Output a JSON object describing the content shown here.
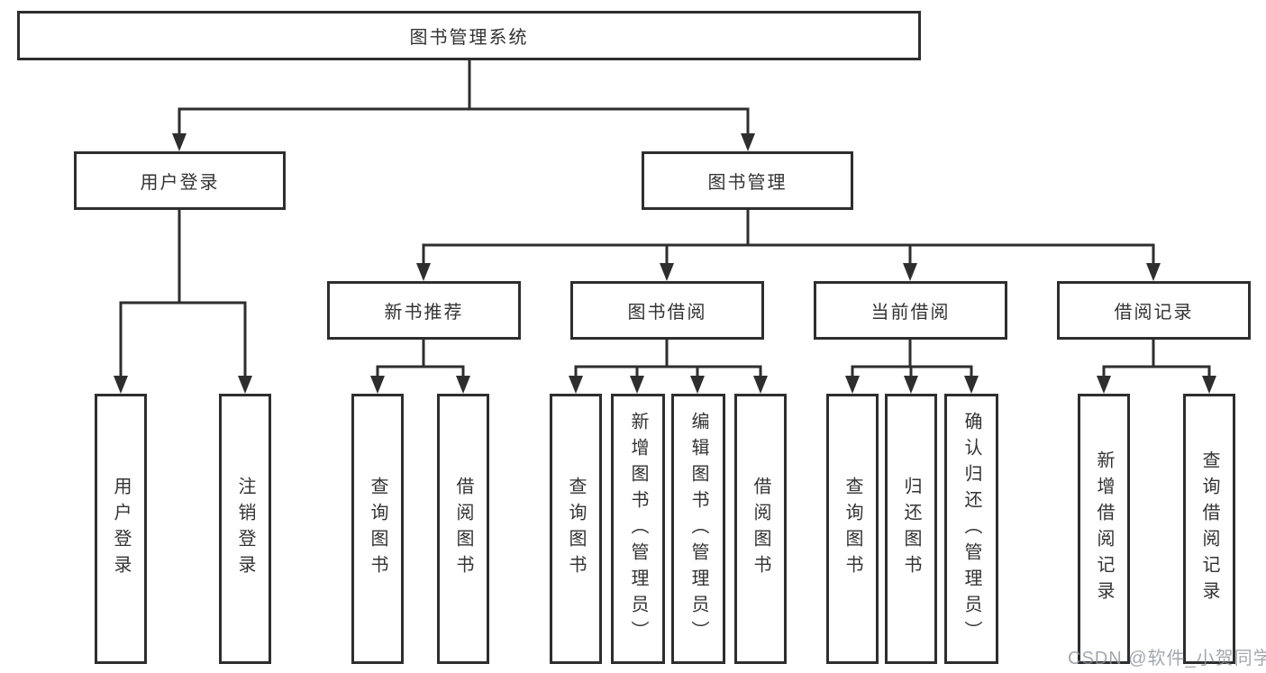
{
  "diagram": {
    "root": {
      "label": "图书管理系统"
    },
    "branches": [
      {
        "label": "用户登录",
        "children": [
          {
            "label": "用户登录"
          },
          {
            "label": "注销登录"
          }
        ]
      },
      {
        "label": "图书管理",
        "children": [
          {
            "label": "新书推荐",
            "children": [
              {
                "label": "查询图书"
              },
              {
                "label": "借阅图书"
              }
            ]
          },
          {
            "label": "图书借阅",
            "children": [
              {
                "label": "查询图书"
              },
              {
                "label": "新增图书（管理员）"
              },
              {
                "label": "编辑图书（管理员）"
              },
              {
                "label": "借阅图书"
              }
            ]
          },
          {
            "label": "当前借阅",
            "children": [
              {
                "label": "查询图书"
              },
              {
                "label": "归还图书"
              },
              {
                "label": "确认归还（管理员）"
              }
            ]
          },
          {
            "label": "借阅记录",
            "children": [
              {
                "label": "新增借阅记录"
              },
              {
                "label": "查询借阅记录"
              }
            ]
          }
        ]
      }
    ]
  },
  "watermark": {
    "text": "CSDN @软件_小贺同学"
  },
  "colors": {
    "line": "#2e2e2e",
    "text": "#333333",
    "watermark": "#8d9298",
    "background": "#ffffff"
  }
}
